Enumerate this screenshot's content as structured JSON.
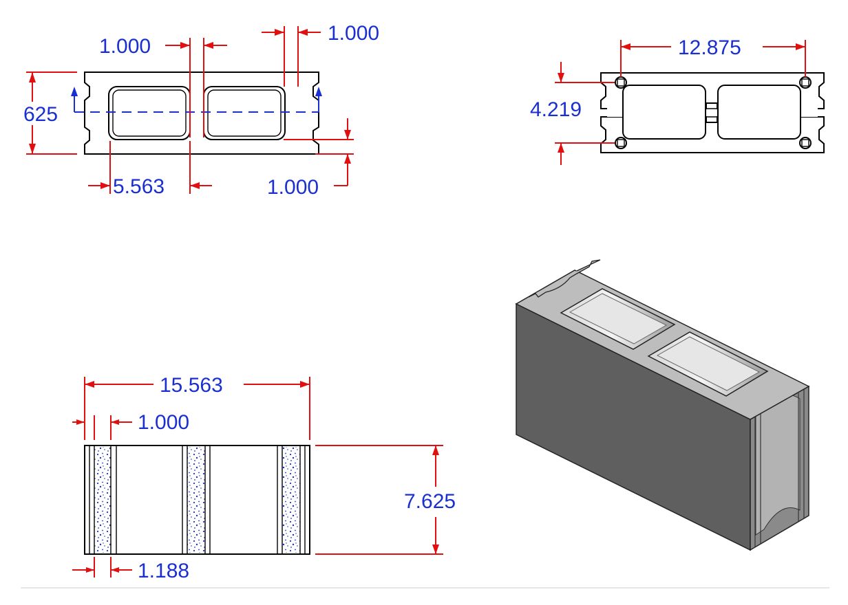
{
  "dimensions": {
    "top_web_left": "1.000",
    "top_web_right": "1.000",
    "top_height": "625",
    "top_cell_width": "5.563",
    "top_face_shell": "1.000",
    "cut_length": "12.875",
    "cut_height": "4.219",
    "front_length": "15.563",
    "front_shell": "1.000",
    "front_height": "7.625",
    "front_bottom": "1.188"
  },
  "colors": {
    "dimension_lines": "#e01010",
    "dimension_text": "#1a2fd0",
    "outline": "#000000",
    "section_line": "#1a2fd0",
    "block_front": "#5f5f5f",
    "block_top": "#b9b9b9",
    "block_end": "#8a8a8a"
  },
  "views": [
    "top-view",
    "section-view",
    "front-view",
    "isometric-view"
  ]
}
